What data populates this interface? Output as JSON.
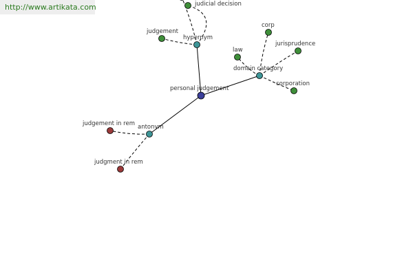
{
  "watermark": {
    "text": "http://www.artikata.com"
  },
  "colors": {
    "center": "#3b3f9b",
    "relation": "#3e9597",
    "leaf_green": "#3f8f3a",
    "leaf_red": "#9b3a3a"
  },
  "graph": {
    "nodes": [
      {
        "id": "center",
        "label": "personal judgement",
        "kind": "center"
      },
      {
        "id": "hypernym",
        "label": "hypernym",
        "kind": "relation"
      },
      {
        "id": "domain",
        "label": "domain category",
        "kind": "relation"
      },
      {
        "id": "antonym",
        "label": "antonym",
        "kind": "relation"
      },
      {
        "id": "partial",
        "label": "",
        "kind": "leaf_green"
      },
      {
        "id": "judicial",
        "label": "judicial decision",
        "kind": "leaf_green"
      },
      {
        "id": "judgement",
        "label": "judgement",
        "kind": "leaf_green"
      },
      {
        "id": "corp",
        "label": "corp",
        "kind": "leaf_green"
      },
      {
        "id": "law",
        "label": "law",
        "kind": "leaf_green"
      },
      {
        "id": "jurisprudence",
        "label": "jurisprudence",
        "kind": "leaf_green"
      },
      {
        "id": "corporation",
        "label": "corporation",
        "kind": "leaf_green"
      },
      {
        "id": "jinrem",
        "label": "judgement in rem",
        "kind": "leaf_red"
      },
      {
        "id": "jdinrem",
        "label": "judgment in rem",
        "kind": "leaf_red"
      }
    ],
    "edges": [
      {
        "from": "center",
        "to": "hypernym",
        "style": "solid"
      },
      {
        "from": "center",
        "to": "domain",
        "style": "solid"
      },
      {
        "from": "center",
        "to": "antonym",
        "style": "solid"
      },
      {
        "from": "hypernym",
        "to": "partial",
        "style": "dashed"
      },
      {
        "from": "hypernym",
        "to": "judicial",
        "style": "dashed"
      },
      {
        "from": "hypernym",
        "to": "judgement",
        "style": "dashed"
      },
      {
        "from": "domain",
        "to": "corp",
        "style": "dashed"
      },
      {
        "from": "domain",
        "to": "law",
        "style": "dashed"
      },
      {
        "from": "domain",
        "to": "jurisprudence",
        "style": "dashed"
      },
      {
        "from": "domain",
        "to": "corporation",
        "style": "dashed"
      },
      {
        "from": "antonym",
        "to": "jinrem",
        "style": "dashed"
      },
      {
        "from": "antonym",
        "to": "jdinrem",
        "style": "dashed"
      }
    ]
  }
}
